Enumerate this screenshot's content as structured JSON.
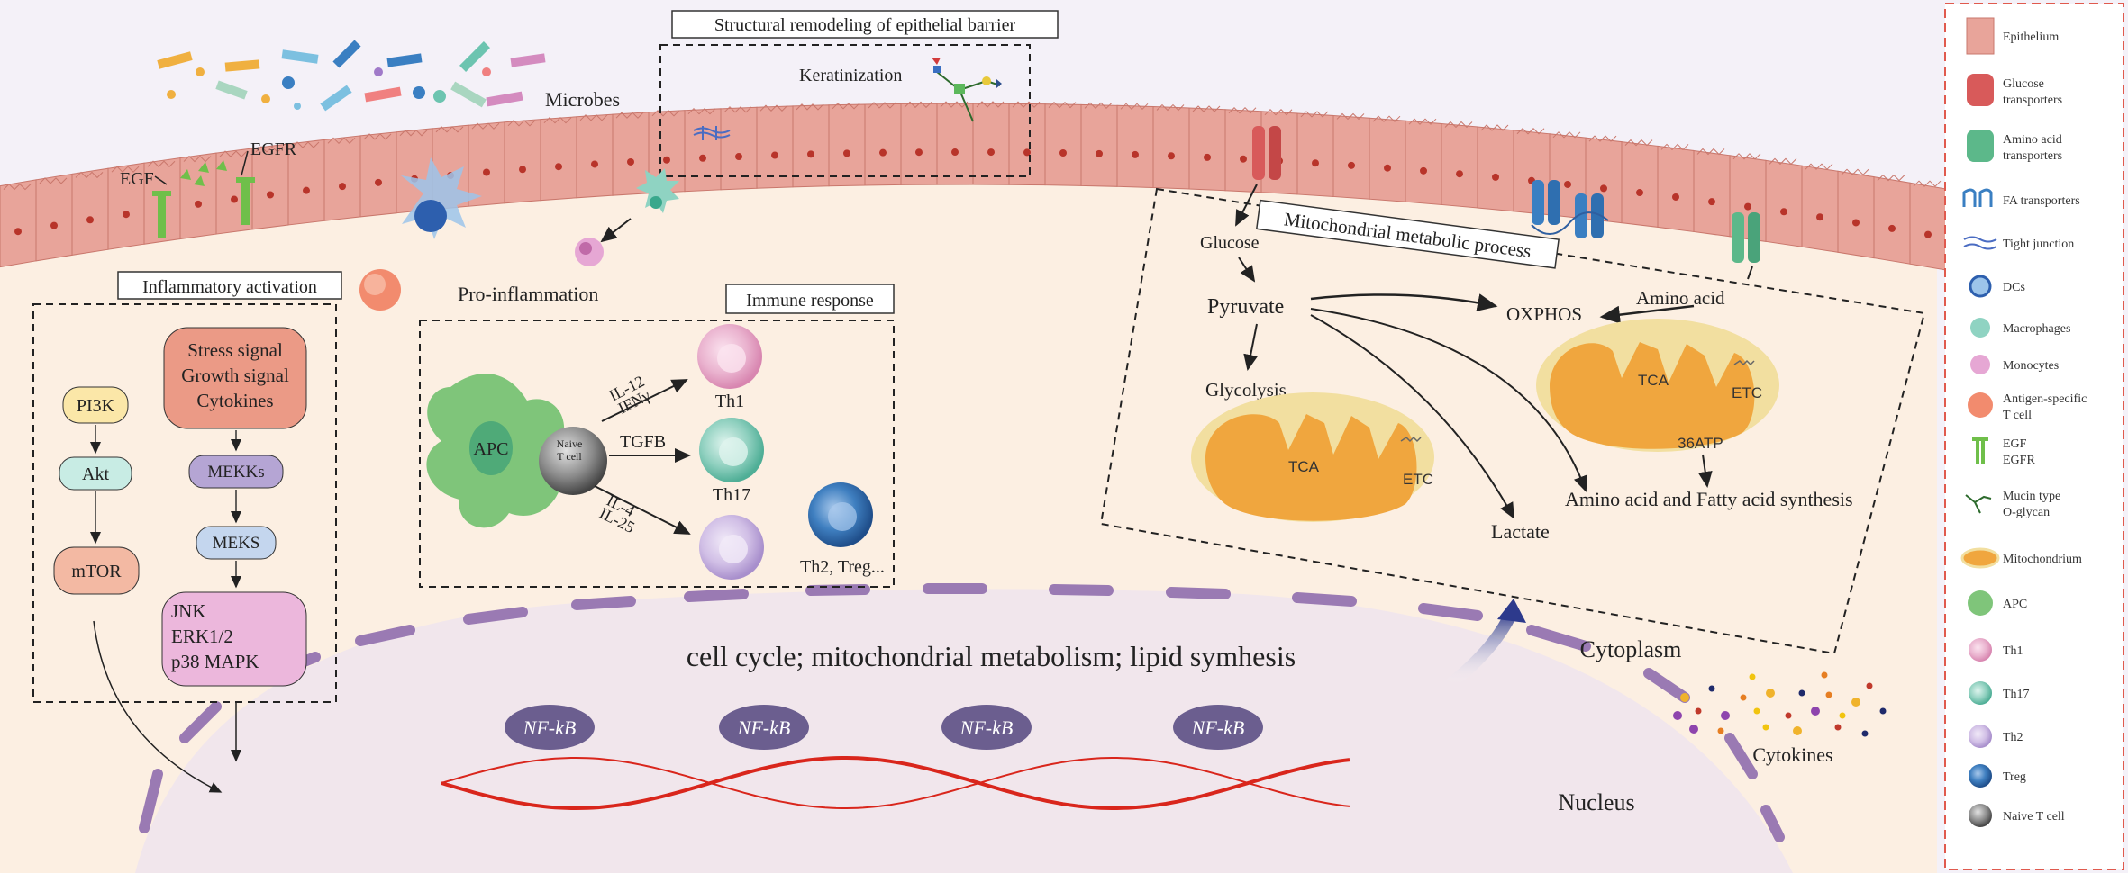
{
  "top": {
    "microbes": "Microbes",
    "structural_box": "Structural remodeling of epithelial barrier",
    "keratinization": "Keratinization",
    "egf": "EGF",
    "egfr": "EGFR",
    "pro_inflammation": "Pro-inflammation"
  },
  "inflammatory": {
    "title": "Inflammatory activation",
    "pathway_a": [
      "PI3K",
      "Akt",
      "mTOR"
    ],
    "stress_box": [
      "Stress signal",
      "Growth signal",
      "Cytokines"
    ],
    "mekks": "MEKKs",
    "meks": "MEKS",
    "mapk_box": [
      "JNK",
      "ERK1/2",
      "p38 MAPK"
    ]
  },
  "immune": {
    "title": "Immune response",
    "apc": "APC",
    "naive": [
      "Naive",
      "T cell"
    ],
    "il12": "IL-12",
    "ifny": "IFNγ",
    "tgfb": "TGFB",
    "il4": "IL-4",
    "il25": "IL-25",
    "th1": "Th1",
    "th17": "Th17",
    "th2": "Th2, Treg..."
  },
  "mito": {
    "title": "Mitochondrial metabolic process",
    "glucose": "Glucose",
    "pyruvate": "Pyruvate",
    "glycolysis": "Glycolysis",
    "oxphos": "OXPHOS",
    "amino_acid": "Amino acid",
    "tca1": "TCA",
    "etc1": "ETC",
    "tca2": "TCA",
    "etc2": "ETC",
    "atp": "36ATP",
    "lactate": "Lactate",
    "synthesis": "Amino acid and Fatty acid synthesis"
  },
  "nucleus": {
    "process": "cell cycle; mitochondrial metabolism; lipid symhesis",
    "nfkb": [
      "NF-kB",
      "NF-kB",
      "NF-kB",
      "NF-kB"
    ],
    "label": "Nucleus",
    "cytoplasm": "Cytoplasm",
    "cytokines": "Cytokines"
  },
  "legend": [
    "Epithelium",
    "Glucose transporters",
    "Amino acid transporters",
    "FA  transporters",
    "Tight junction",
    "DCs",
    "Macrophages",
    "Monocytes",
    "Antigen-specific T cell",
    "EGF EGFR",
    "Mucin type O-glycan",
    "Mitochondrium",
    "APC",
    "Th1",
    "Th17",
    "Th2",
    "Treg",
    "Naive T cell"
  ],
  "colors": {
    "epithelium": "#e8a49a",
    "nucleus": "#f1e6ec",
    "nucleus_membrane": "#9a7ab3",
    "nfkb": "#6b5e8f",
    "apc": "#7fc57a",
    "th1": "#e6a7c7",
    "th17": "#7dc9b4",
    "th2": "#c9b3e0",
    "treg": "#3b78b8",
    "mito": "#f1b75a",
    "legend_border": "#e05a4e"
  }
}
